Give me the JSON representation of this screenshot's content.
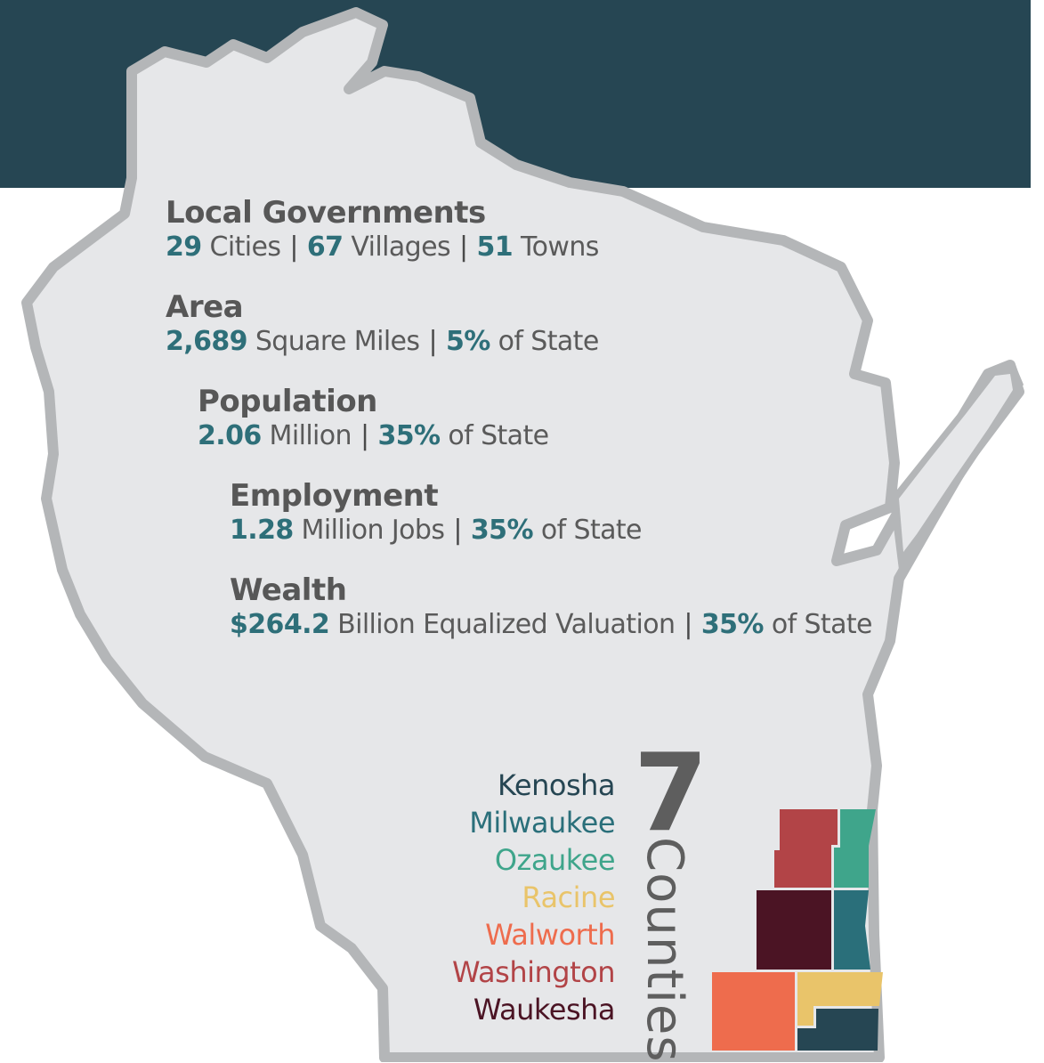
{
  "colors": {
    "band": "#264653",
    "state_fill": "#e6e7e9",
    "state_border": "#b4b6b8",
    "accent": "#2e6f79",
    "label": "#575757"
  },
  "stats": [
    {
      "heading": "Local Governments",
      "parts": [
        {
          "value": "29",
          "label": " Cities"
        },
        {
          "value": "67",
          "label": " Villages"
        },
        {
          "value": "51",
          "label": " Towns"
        }
      ]
    },
    {
      "heading": "Area",
      "parts": [
        {
          "value": "2,689",
          "label": " Square Miles"
        },
        {
          "value": "5%",
          "label": " of State"
        }
      ]
    },
    {
      "heading": "Population",
      "parts": [
        {
          "value": "2.06",
          "label": " Million"
        },
        {
          "value": "35%",
          "label": " of State"
        }
      ]
    },
    {
      "heading": "Employment",
      "parts": [
        {
          "value": "1.28",
          "label": " Million Jobs"
        },
        {
          "value": "35%",
          "label": " of State"
        }
      ]
    },
    {
      "heading": "Wealth",
      "parts": [
        {
          "value": "$264.2",
          "label": " Billion Equalized Valuation"
        },
        {
          "value": "35%",
          "label": " of State"
        }
      ]
    }
  ],
  "separator": "|",
  "count_number": "7",
  "count_word": "Counties",
  "counties": [
    {
      "name": "Kenosha",
      "color": "#264653"
    },
    {
      "name": "Milwaukee",
      "color": "#2a6f7a"
    },
    {
      "name": "Ozaukee",
      "color": "#3fa58b"
    },
    {
      "name": "Racine",
      "color": "#e9c46a"
    },
    {
      "name": "Walworth",
      "color": "#ee6c4d"
    },
    {
      "name": "Washington",
      "color": "#b24447"
    },
    {
      "name": "Waukesha",
      "color": "#4b1424"
    }
  ]
}
